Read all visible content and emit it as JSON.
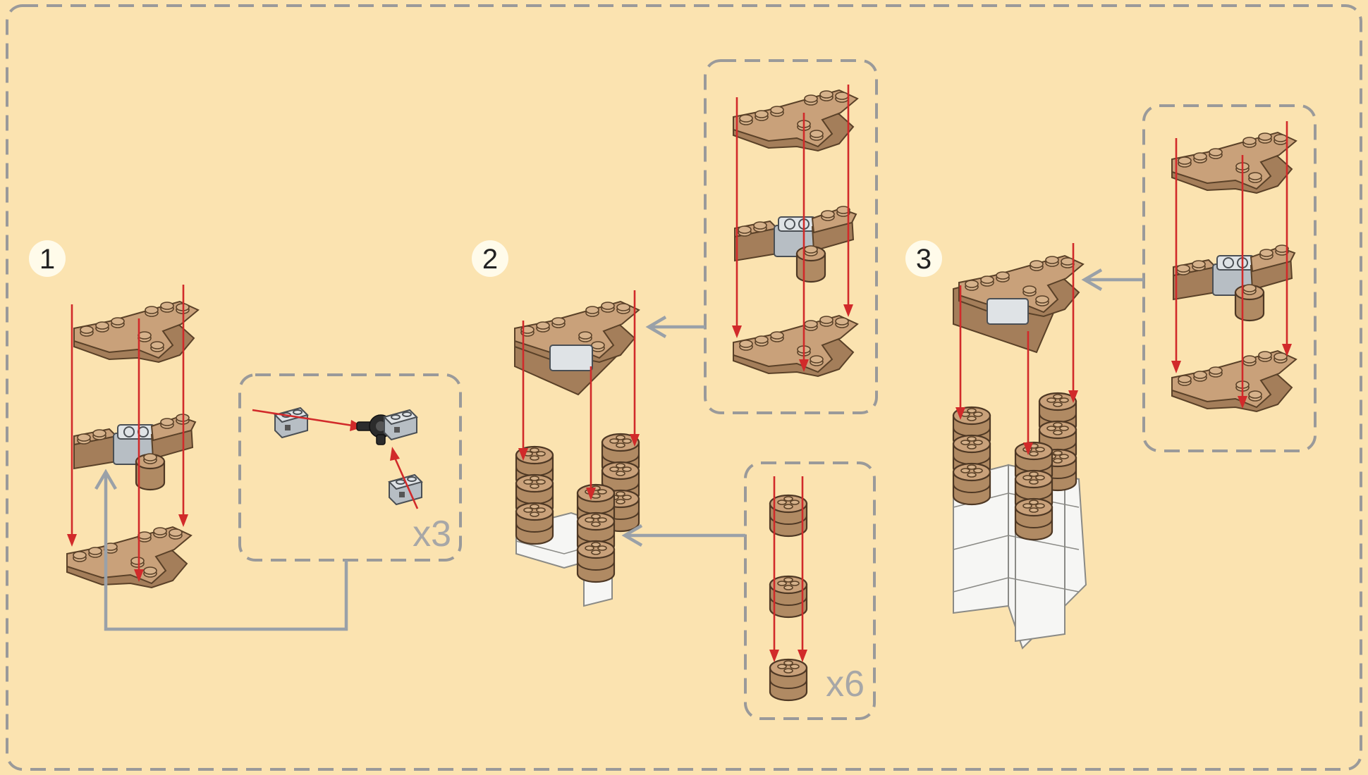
{
  "steps": [
    {
      "number": "1"
    },
    {
      "number": "2"
    },
    {
      "number": "3"
    }
  ],
  "callouts": {
    "subassembly_quantity": "x3",
    "round_brick_quantity": "x6"
  },
  "colors": {
    "background": "#fbe3b0",
    "brick_tan": "#c9a17a",
    "brick_dark_tan": "#b08a63",
    "connector_arrow": "#d12a2a",
    "callout_border": "#9a9a9a",
    "callout_arrow": "#9aa1a8",
    "transparent_grey": "#dfe3e6",
    "white_brick": "#f6f6f4"
  }
}
